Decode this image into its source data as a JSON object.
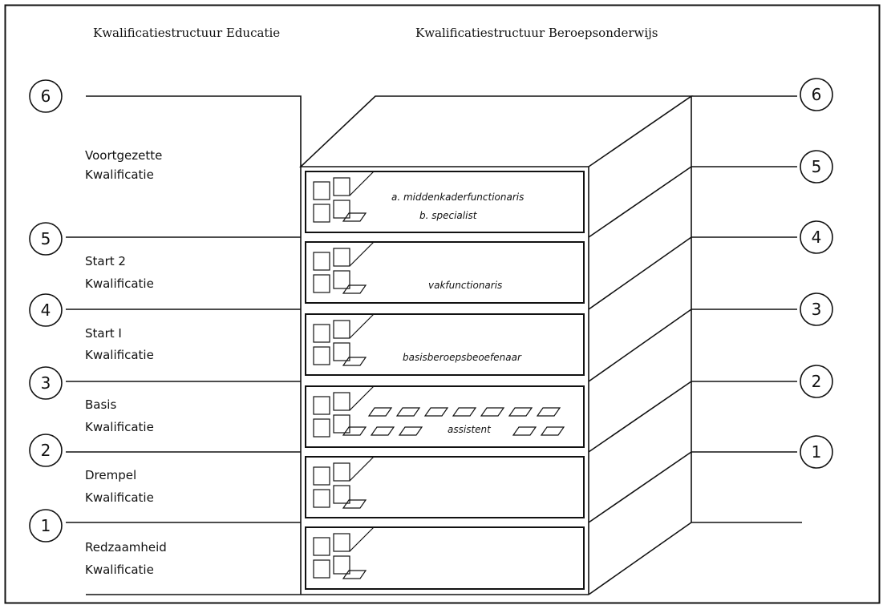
{
  "headers": {
    "left": "Kwalificatiestructuur Educatie",
    "right": "Kwalificatiestructuur Beroepsonderwijs"
  },
  "levels": [
    {
      "line1": "Voortgezette",
      "line2": "Kwalificatie"
    },
    {
      "line1": "Start 2",
      "line2": "Kwalificatie"
    },
    {
      "line1": "Start I",
      "line2": "Kwalificatie"
    },
    {
      "line1": "Basis",
      "line2": "Kwalificatie"
    },
    {
      "line1": "Drempel",
      "line2": "Kwalificatie"
    },
    {
      "line1": "Redzaamheid",
      "line2": "Kwalificatie"
    }
  ],
  "left_numbers": [
    "6",
    "5",
    "4",
    "3",
    "2",
    "1"
  ],
  "right_numbers": [
    "6",
    "5",
    "4",
    "3",
    "2",
    "1"
  ],
  "roles": {
    "level6_a": "a. middenkaderfunctionaris",
    "level6_b": "b. specialist",
    "level5": "vakfunctionaris",
    "level4": "basisberoepsbeoefenaar",
    "level3": "assistent"
  }
}
